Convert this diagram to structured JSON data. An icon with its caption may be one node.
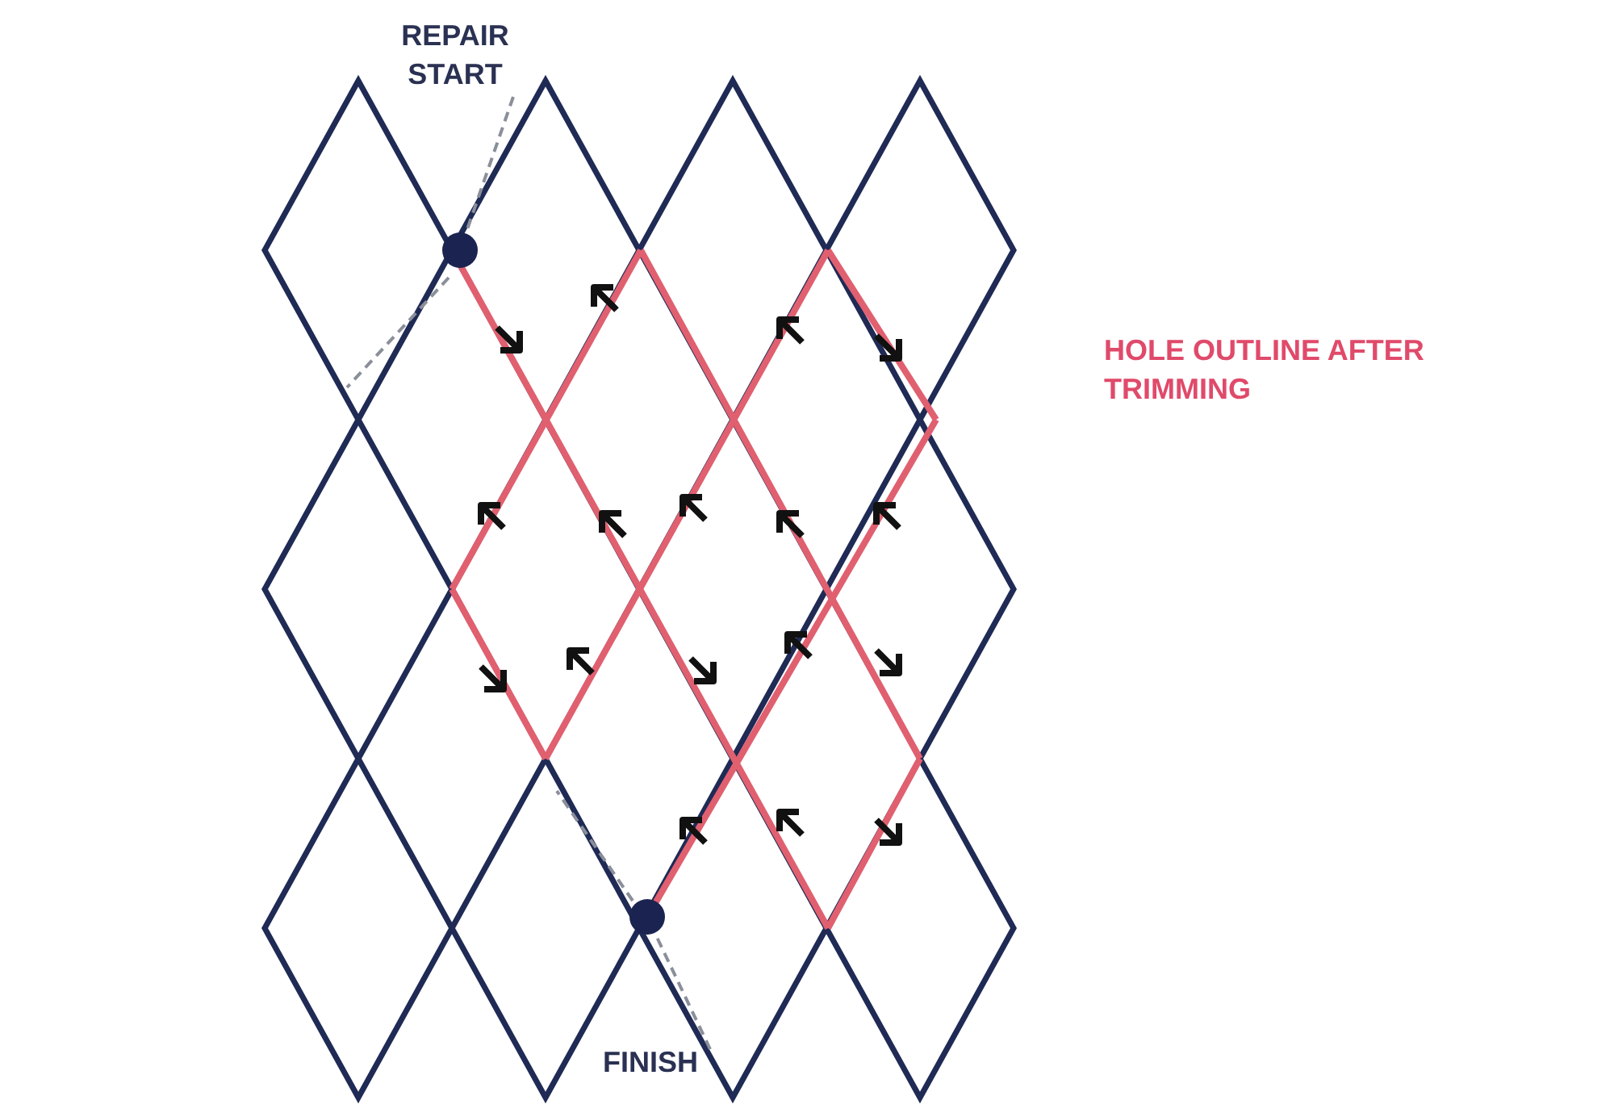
{
  "diagram": {
    "nodes": [
      {
        "text": [
          "REPAIR START"
        ]
      },
      {
        "text": [],
        "shape": "circle"
      },
      {
        "text": [],
        "shape": "circle"
      },
      {
        "text": [
          "FINISH"
        ]
      }
    ],
    "edges": [
      {
        "from": 0,
        "to": 1,
        "arrow": "none",
        "style": "dashed"
      },
      {
        "from": 3,
        "to": 2,
        "arrow": "none",
        "style": "dashed"
      }
    ],
    "labels": [
      "HOLE OUTLINE AFTER TRIMMING"
    ]
  }
}
